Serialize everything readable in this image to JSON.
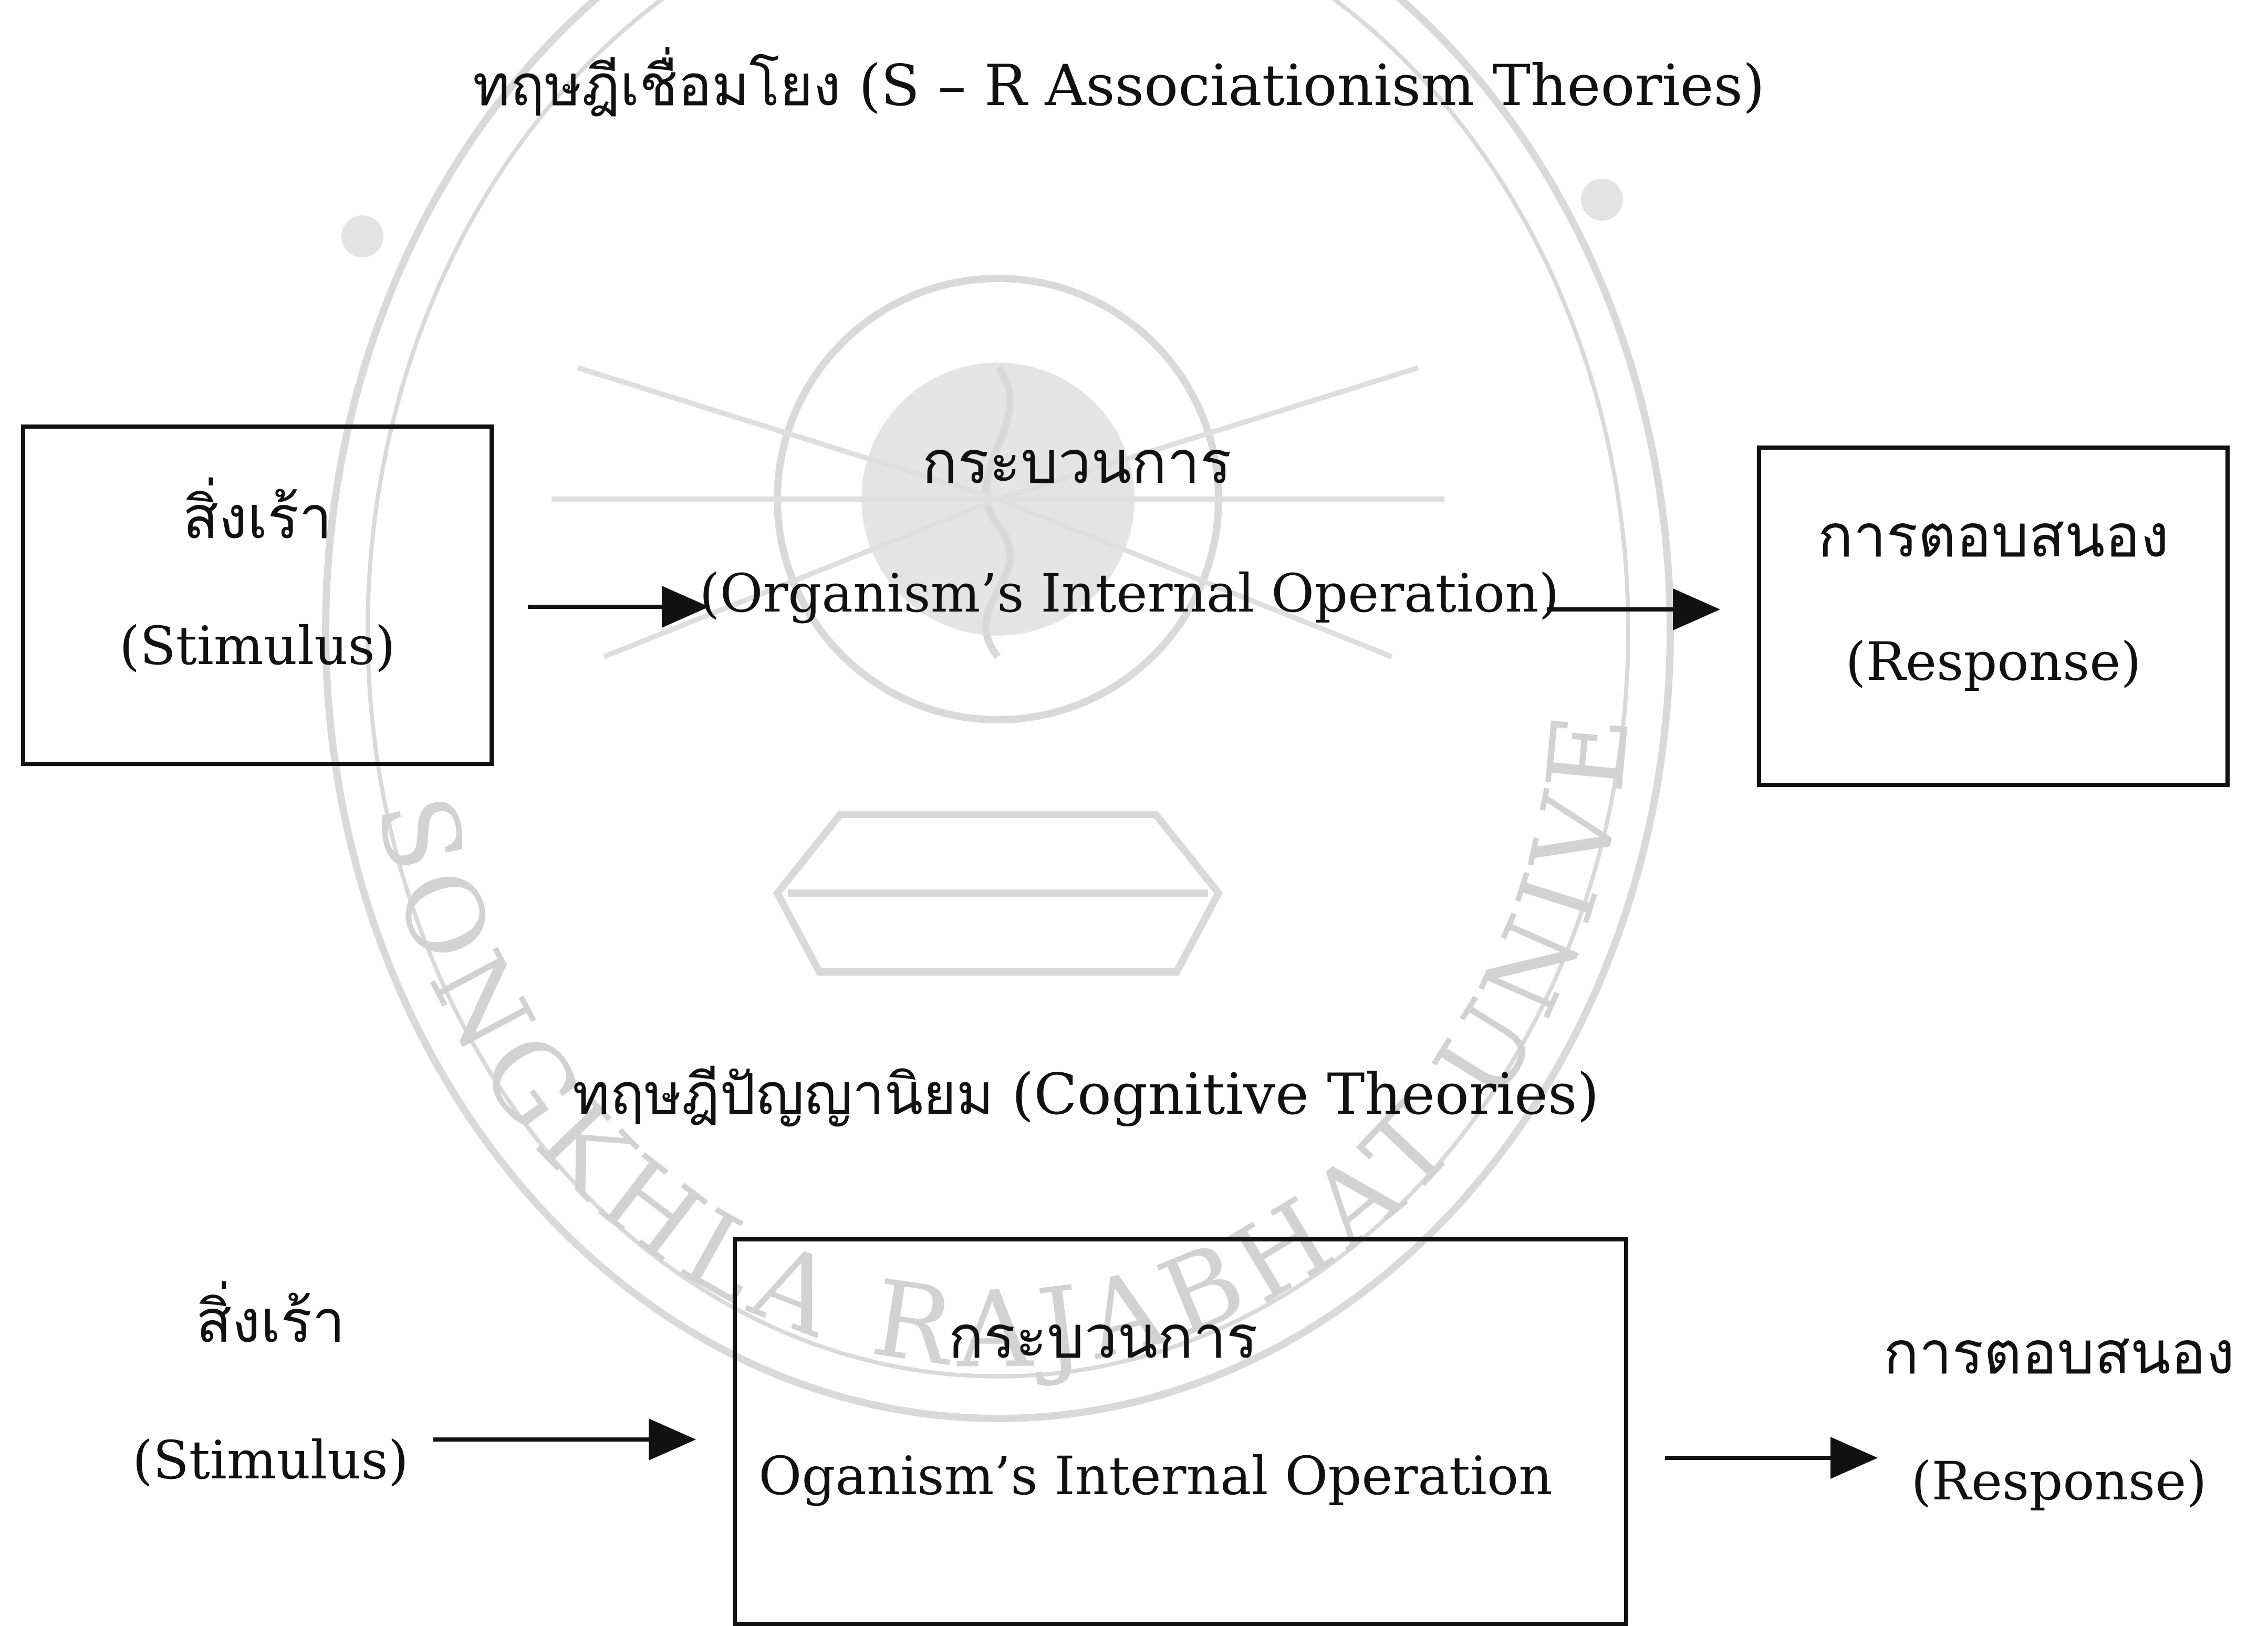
{
  "top": {
    "title": "ทฤษฎีเชื่อมโยง (S – R Associationism Theories)",
    "stimulus": {
      "thai": "สิ่งเร้า",
      "eng": "(Stimulus)"
    },
    "process": {
      "thai": "กระบวนการ",
      "eng": "(Organism’s Internal Operation)"
    },
    "response": {
      "thai": "การตอบสนอง",
      "eng": "(Response)"
    }
  },
  "bottom": {
    "title": "ทฤษฎีปัญญานิยม (Cognitive Theories)",
    "stimulus": {
      "thai": "สิ่งเร้า",
      "eng": "(Stimulus)"
    },
    "process": {
      "thai": "กระบวนการ",
      "eng": "Oganism’s Internal Operation"
    },
    "response": {
      "thai": "การตอบสนอง",
      "eng": "(Response)"
    }
  },
  "watermark": {
    "text": "SONGKHLA RAJABHAT UNIVERSITY",
    "color": "#cfcfcf"
  }
}
